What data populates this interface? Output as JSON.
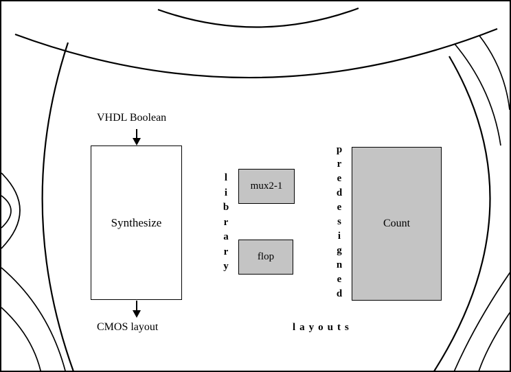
{
  "diagram": {
    "flow": {
      "input_label": "VHDL Boolean",
      "process_label": "Synthesize",
      "output_label": "CMOS layout"
    },
    "library": {
      "vertical_label": "library",
      "cells": [
        {
          "label": "mux2-1"
        },
        {
          "label": "flop"
        }
      ]
    },
    "predesigned": {
      "vertical_label": "predesigned",
      "block_label": "Count",
      "bottom_label": "layouts"
    },
    "colors": {
      "line": "#000000",
      "box_fill": "#c4c4c4",
      "background": "#ffffff"
    }
  }
}
